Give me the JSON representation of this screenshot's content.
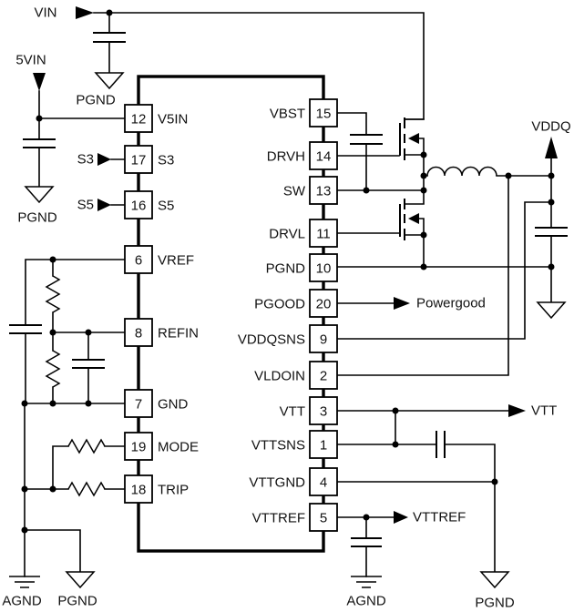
{
  "ic": {
    "left_pins": [
      {
        "num": "12",
        "name": "V5IN"
      },
      {
        "num": "17",
        "name": "S3"
      },
      {
        "num": "16",
        "name": "S5"
      },
      {
        "num": "6",
        "name": "VREF"
      },
      {
        "num": "8",
        "name": "REFIN"
      },
      {
        "num": "7",
        "name": "GND"
      },
      {
        "num": "19",
        "name": "MODE"
      },
      {
        "num": "18",
        "name": "TRIP"
      }
    ],
    "right_pins": [
      {
        "num": "15",
        "name": "VBST"
      },
      {
        "num": "14",
        "name": "DRVH"
      },
      {
        "num": "13",
        "name": "SW"
      },
      {
        "num": "11",
        "name": "DRVL"
      },
      {
        "num": "10",
        "name": "PGND"
      },
      {
        "num": "20",
        "name": "PGOOD"
      },
      {
        "num": "9",
        "name": "VDDQSNS"
      },
      {
        "num": "2",
        "name": "VLDOIN"
      },
      {
        "num": "3",
        "name": "VTT"
      },
      {
        "num": "1",
        "name": "VTTSNS"
      },
      {
        "num": "4",
        "name": "VTTGND"
      },
      {
        "num": "5",
        "name": "VTTREF"
      }
    ]
  },
  "labels": {
    "vin": "VIN",
    "v5in": "5VIN",
    "pgnd_vin_cap": "PGND",
    "s3": "S3",
    "s5": "S5",
    "pgnd_5vin_cap": "PGND",
    "agnd_bottom_left": "AGND",
    "pgnd_bottom_left": "PGND",
    "vddq": "VDDQ",
    "powergood": "Powergood",
    "vtt": "VTT",
    "vttref": "VTTREF",
    "agnd_bottom_right": "AGND",
    "pgnd_bottom_right": "PGND"
  },
  "colors": {
    "wire": "#000000",
    "background": "#ffffff",
    "text": "#121212"
  }
}
